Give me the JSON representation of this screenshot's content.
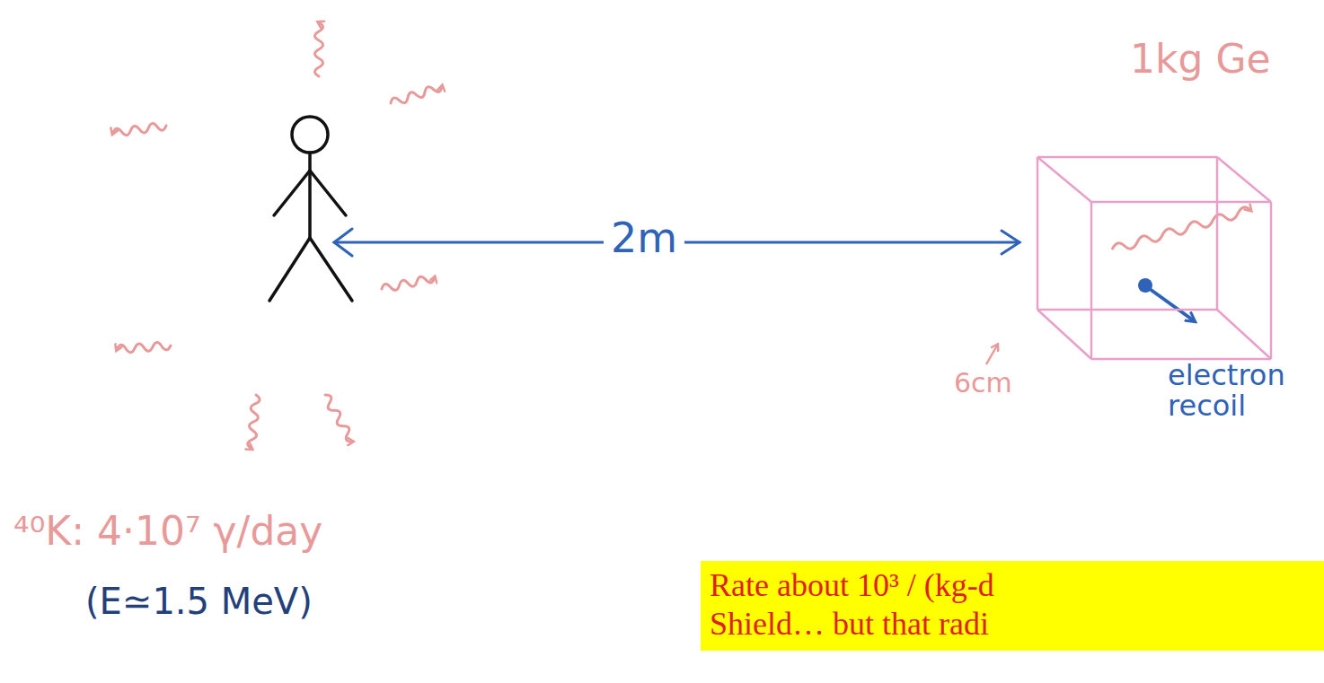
{
  "diagram": {
    "nodes": [
      {
        "text": [
          "1kg Ge"
        ]
      },
      {
        "text": [
          "Rate about 10³ / (kg-d",
          "Shield… but that radi"
        ]
      }
    ],
    "labels": [
      "2m",
      "6cm",
      "electron recoil",
      "⁴⁰K: 4·10⁷ γ/day",
      "(E≃1.5 MeV)"
    ]
  }
}
